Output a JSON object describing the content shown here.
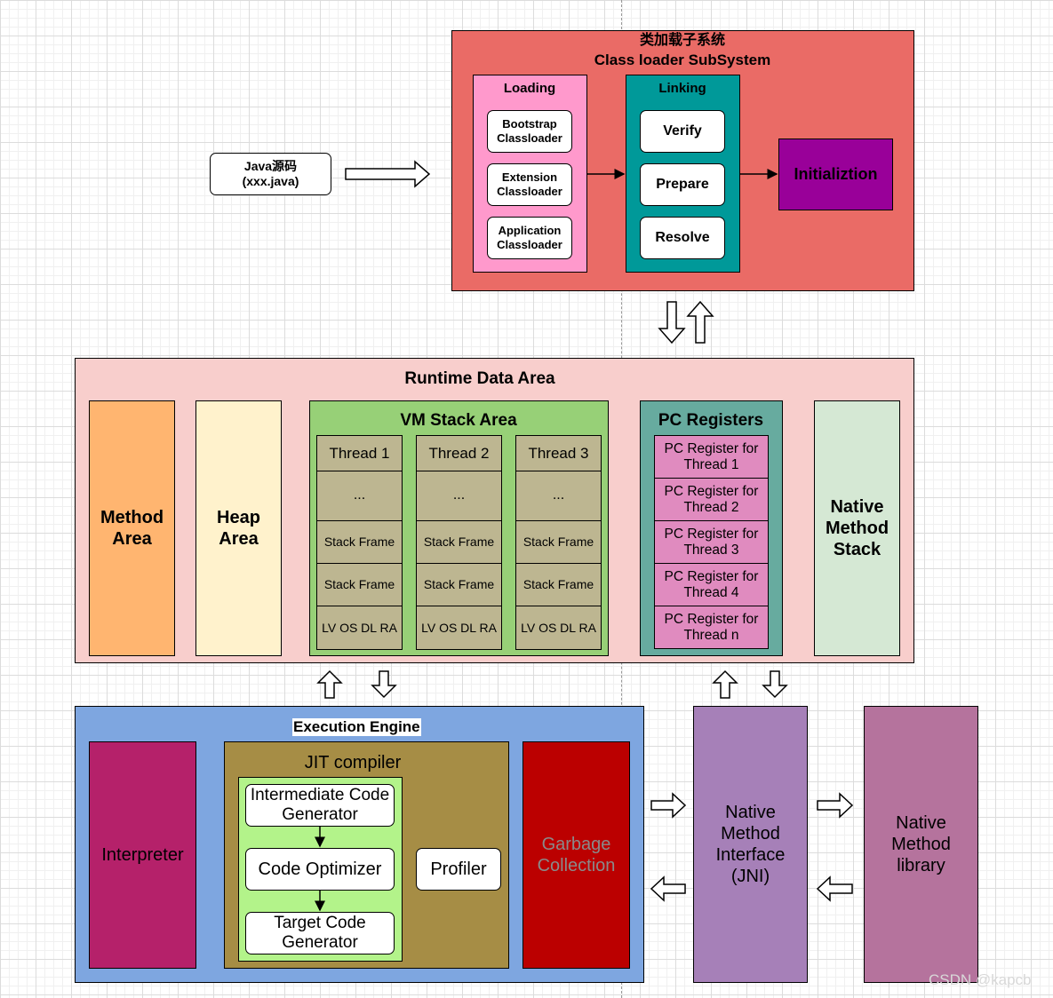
{
  "class_loader": {
    "title_cn": "类加载子系统",
    "title_en": "Class loader SubSystem",
    "loading": {
      "title": "Loading",
      "items": [
        "Bootstrap\nClassloader",
        "Extension\nClassloader",
        "Application\nClassloader"
      ]
    },
    "linking": {
      "title": "Linking",
      "items": [
        "Verify",
        "Prepare",
        "Resolve"
      ]
    },
    "init": "Initializtion"
  },
  "java_source": "Java源码\n(xxx.java)",
  "runtime": {
    "title": "Runtime Data Area",
    "method_area": "Method\nArea",
    "heap_area": "Heap\nArea",
    "vm_stack": {
      "title": "VM Stack Area",
      "threads": [
        {
          "name": "Thread 1",
          "rows": [
            "...",
            "Stack Frame",
            "Stack Frame",
            "LV OS DL RA"
          ]
        },
        {
          "name": "Thread 2",
          "rows": [
            "...",
            "Stack Frame",
            "Stack Frame",
            "LV OS DL RA"
          ]
        },
        {
          "name": "Thread 3",
          "rows": [
            "...",
            "Stack Frame",
            "Stack Frame",
            "LV OS DL RA"
          ]
        }
      ]
    },
    "pc_registers": {
      "title": "PC Registers",
      "items": [
        "PC Register for\nThread 1",
        "PC Register for\nThread 2",
        "PC Register for\nThread 3",
        "PC Register for\nThread 4",
        "PC Register for\nThread n"
      ]
    },
    "native_stack": "Native\nMethod\nStack"
  },
  "execution": {
    "title": "Execution Engine",
    "interpreter": "Interpreter",
    "jit": {
      "title": "JIT compiler",
      "steps": [
        "Intermediate Code\nGenerator",
        "Code Optimizer",
        "Target Code\nGenerator"
      ],
      "profiler": "Profiler"
    },
    "gc": "Garbage\nCollection"
  },
  "jni": "Native\nMethod\nInterface\n(JNI)",
  "native_lib": "Native\nMethod\nlibrary",
  "watermark": "CSDN @kapcb",
  "colors": {
    "class_loader": "#ea6b66",
    "loading": "#ff99cc",
    "linking": "#009999",
    "init": "#990099",
    "runtime": "#f8cecc",
    "method_area": "#ffb570",
    "heap_area": "#fff2cc",
    "vm_stack": "#97d077",
    "stack_cell": "#bdb691",
    "pc_registers": "#67ab9f",
    "pc_item": "#e08bbf",
    "native_stack": "#d5e8d4",
    "execution": "#7ea6e0",
    "interpreter": "#b5216a",
    "jit": "#a68d45",
    "jit_inner": "#b3f38a",
    "gc": "#bb0000",
    "jni": "#a680b8",
    "native_lib": "#b5739d"
  }
}
